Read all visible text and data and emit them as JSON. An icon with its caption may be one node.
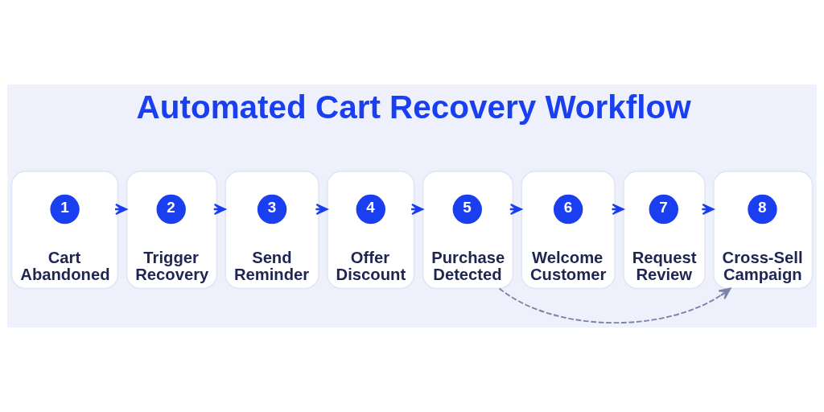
{
  "diagram": {
    "title": "Automated Cart Recovery Workflow",
    "nodes": [
      {
        "text": [
          "Cart Abandoned"
        ]
      },
      {
        "text": [
          "1"
        ],
        "in": 0
      },
      {
        "text": [
          "Trigger Recovery"
        ]
      },
      {
        "text": [
          "2"
        ],
        "in": 2
      },
      {
        "text": [
          "Send Reminder"
        ]
      },
      {
        "text": [
          "3"
        ],
        "in": 4
      },
      {
        "text": [
          "Offer Discount"
        ]
      },
      {
        "text": [
          "4"
        ],
        "in": 6
      },
      {
        "text": [
          "Purchase Detected"
        ]
      },
      {
        "text": [
          "5"
        ],
        "in": 8
      },
      {
        "text": [
          "Welcome Customer"
        ]
      },
      {
        "text": [
          "6"
        ],
        "in": 10
      },
      {
        "text": [
          "Request Review"
        ]
      },
      {
        "text": [
          "7"
        ],
        "in": 12
      },
      {
        "text": [
          "Cross-Sell Campaign"
        ]
      },
      {
        "text": [
          "8"
        ],
        "in": 14
      }
    ],
    "edges": [
      {
        "from": 0,
        "to": 2,
        "arrow": "to",
        "style": "dashed"
      },
      {
        "from": 2,
        "to": 4,
        "arrow": "to",
        "style": "dashed"
      },
      {
        "from": 4,
        "to": 6,
        "arrow": "to",
        "style": "dashed"
      },
      {
        "from": 6,
        "to": 8,
        "arrow": "to",
        "style": "dashed"
      },
      {
        "from": 8,
        "to": 10,
        "arrow": "to"
      },
      {
        "from": 10,
        "to": 12,
        "arrow": "to",
        "style": "dashed"
      },
      {
        "from": 12,
        "to": 14,
        "arrow": "to",
        "style": "dashed"
      },
      {
        "from": 8,
        "to": 14,
        "arrow": "to",
        "style": "dashed",
        "color": "#7b83a6"
      }
    ]
  }
}
